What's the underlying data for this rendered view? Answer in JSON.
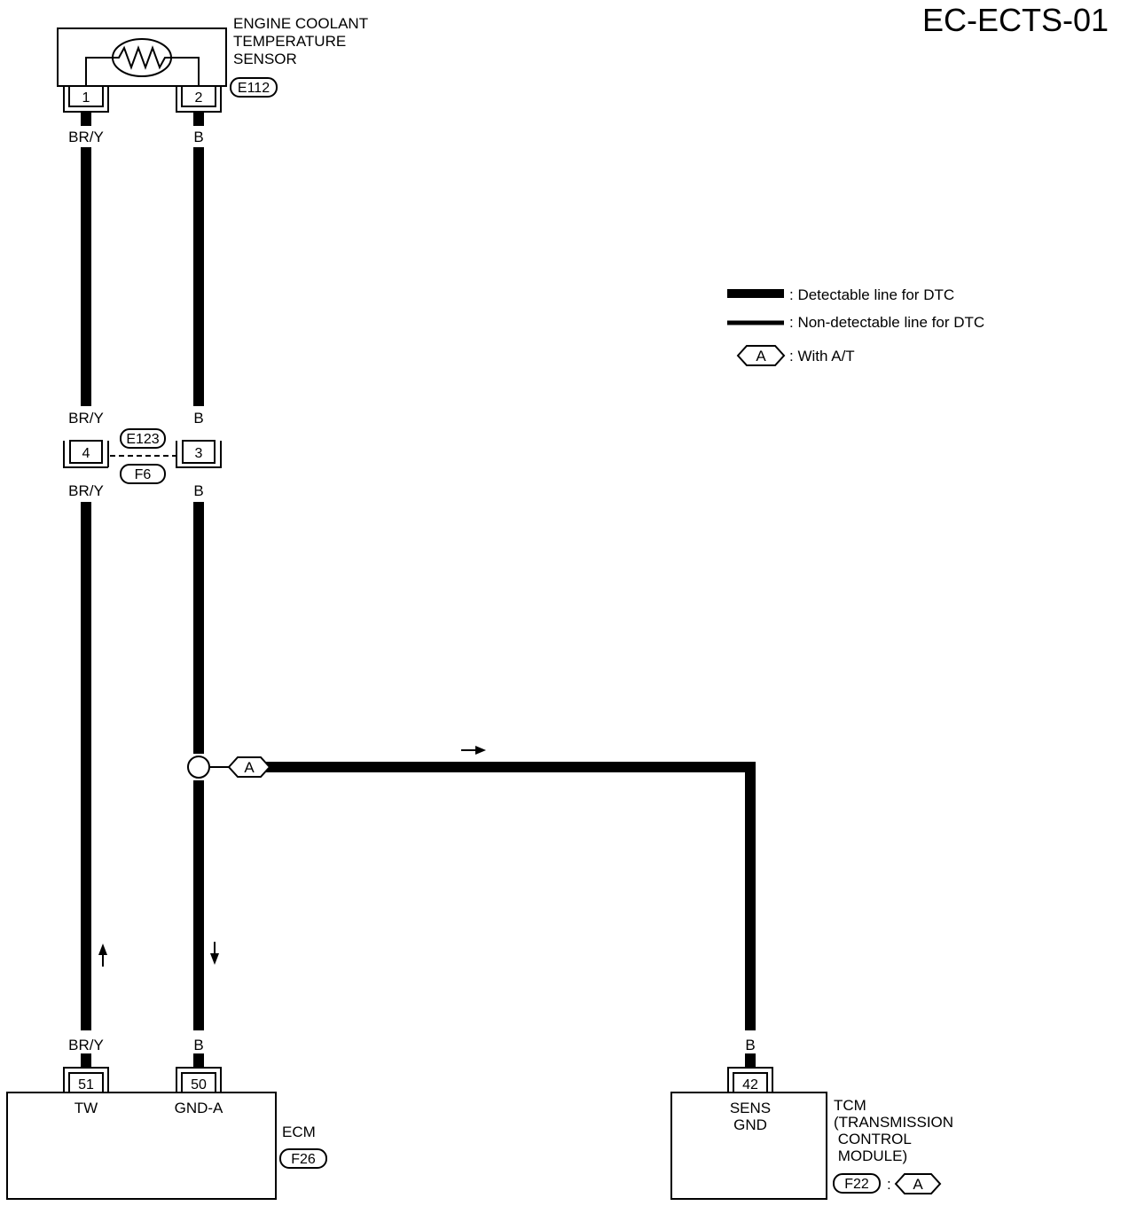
{
  "header": {
    "page_code": "EC-ECTS-01"
  },
  "sensor": {
    "label_lines": [
      "ENGINE COOLANT",
      "TEMPERATURE",
      "SENSOR"
    ],
    "connector_id": "E112",
    "pins": [
      "1",
      "2"
    ]
  },
  "wires": {
    "sensor_pin1_color": "BR/Y",
    "sensor_pin2_color": "B",
    "joint_left_upper_color": "BR/Y",
    "joint_right_upper_color": "B",
    "joint_left_lower_color": "BR/Y",
    "joint_right_lower_color": "B",
    "ecm_pin51_color": "BR/Y",
    "ecm_pin50_color": "B",
    "tcm_pin42_color": "B"
  },
  "joint_connector": {
    "id_top": "E123",
    "id_bottom": "F6",
    "pins": [
      "4",
      "3"
    ]
  },
  "legend": {
    "detectable": ": Detectable line for DTC",
    "non_detectable": ": Non-detectable line for DTC",
    "option_symbol": "A",
    "option_text": ": With A/T"
  },
  "branch": {
    "option_symbol": "A"
  },
  "ecm": {
    "label": "ECM",
    "connector_id": "F26",
    "pins": [
      "51",
      "50"
    ],
    "pin_names": [
      "TW",
      "GND-A"
    ]
  },
  "tcm": {
    "label_lines": [
      "TCM",
      "(TRANSMISSION",
      " CONTROL",
      " MODULE)"
    ],
    "connector_id": "F22",
    "connector_suffix": ":",
    "option_symbol": "A",
    "pin": "42",
    "pin_name_lines": [
      "SENS",
      "GND"
    ]
  }
}
